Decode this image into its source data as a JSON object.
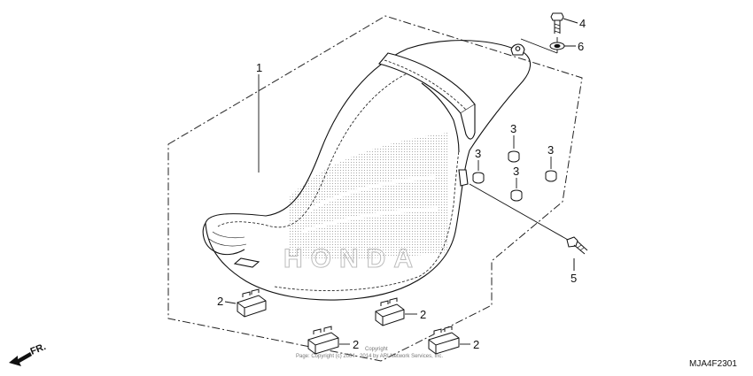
{
  "callouts": {
    "seat": "1",
    "rubber_left": "2",
    "rubber_center": "2",
    "rubber_front": "2",
    "rubber_right": "2",
    "grommet_a": "3",
    "grommet_b": "3",
    "grommet_c": "3",
    "grommet_d": "3",
    "bolt_top": "4",
    "bolt_side": "5",
    "washer": "6"
  },
  "direction_label": "FR.",
  "diagram_code": "MJA4F2301",
  "copyright_line1": "Copyright",
  "copyright_line2": "Page: Copyright (c) 2004 - 2014 by ARI Network Services, Inc.",
  "watermark_text": "HONDA"
}
